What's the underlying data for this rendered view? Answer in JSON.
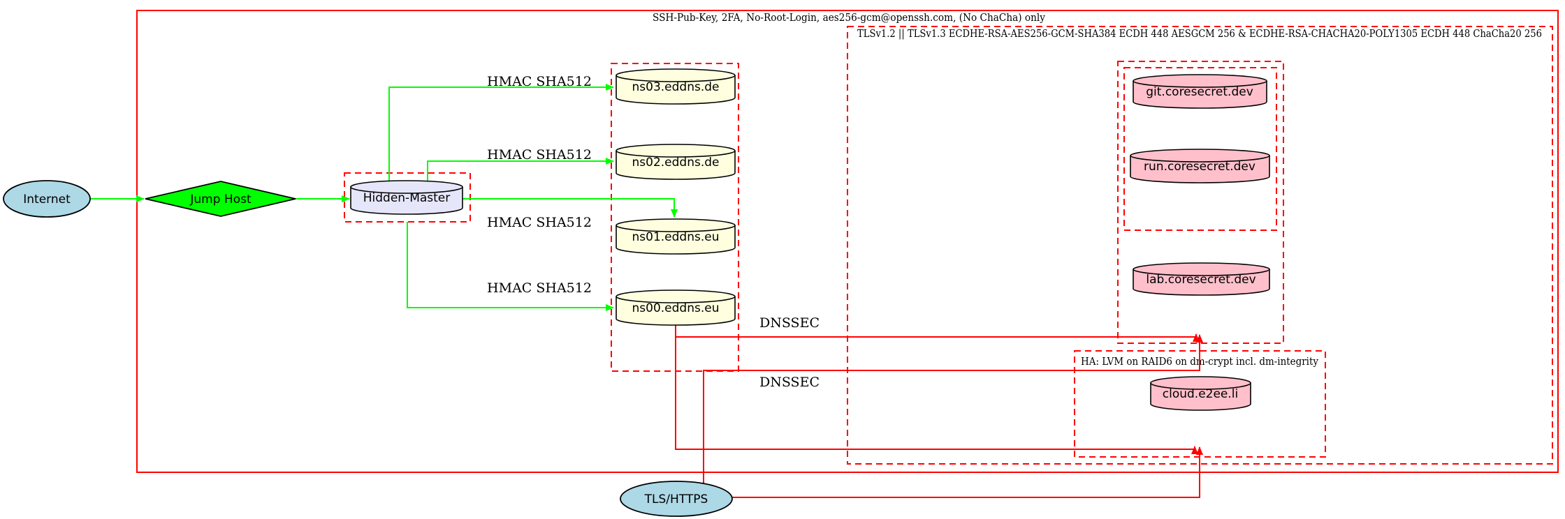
{
  "diagram": {
    "clusters": {
      "ssh": {
        "label": "SSH-Pub-Key, 2FA, No-Root-Login, aes256-gcm@openssh.com, (No ChaCha) only"
      },
      "tls": {
        "label": "TLSv1.2 || TLSv1.3 ECDHE-RSA-AES256-GCM-SHA384 ECDH 448 AESGCM 256 & ECDHE-RSA-CHACHA20-POLY1305 ECDH 448 ChaCha20 256"
      },
      "ha": {
        "label": "HA: LVM on RAID6 on dm-crypt incl. dm-integrity"
      }
    },
    "nodes": {
      "internet": "Internet",
      "jump_host": "Jump Host",
      "hidden_master": "Hidden-Master",
      "ns03": "ns03.eddns.de",
      "ns02": "ns02.eddns.de",
      "ns01": "ns01.eddns.eu",
      "ns00": "ns00.eddns.eu",
      "git": "git.coresecret.dev",
      "run": "run.coresecret.dev",
      "lab": "lab.coresecret.dev",
      "cloud": "cloud.e2ee.li",
      "tls_https": "TLS/HTTPS"
    },
    "edge_labels": {
      "hmac": "HMAC SHA512",
      "dnssec": "DNSSEC"
    },
    "colors": {
      "cluster_border": "#ff0000",
      "edge_signed_green": "#00ff00",
      "edge_tls_red": "#ff0000",
      "internet_fill": "#add8e6",
      "jump_host_fill": "#00ff00",
      "hidden_master_fill": "#e6e6fa",
      "dns_fill": "#ffffe0",
      "service_fill": "#ffc0cb"
    }
  }
}
